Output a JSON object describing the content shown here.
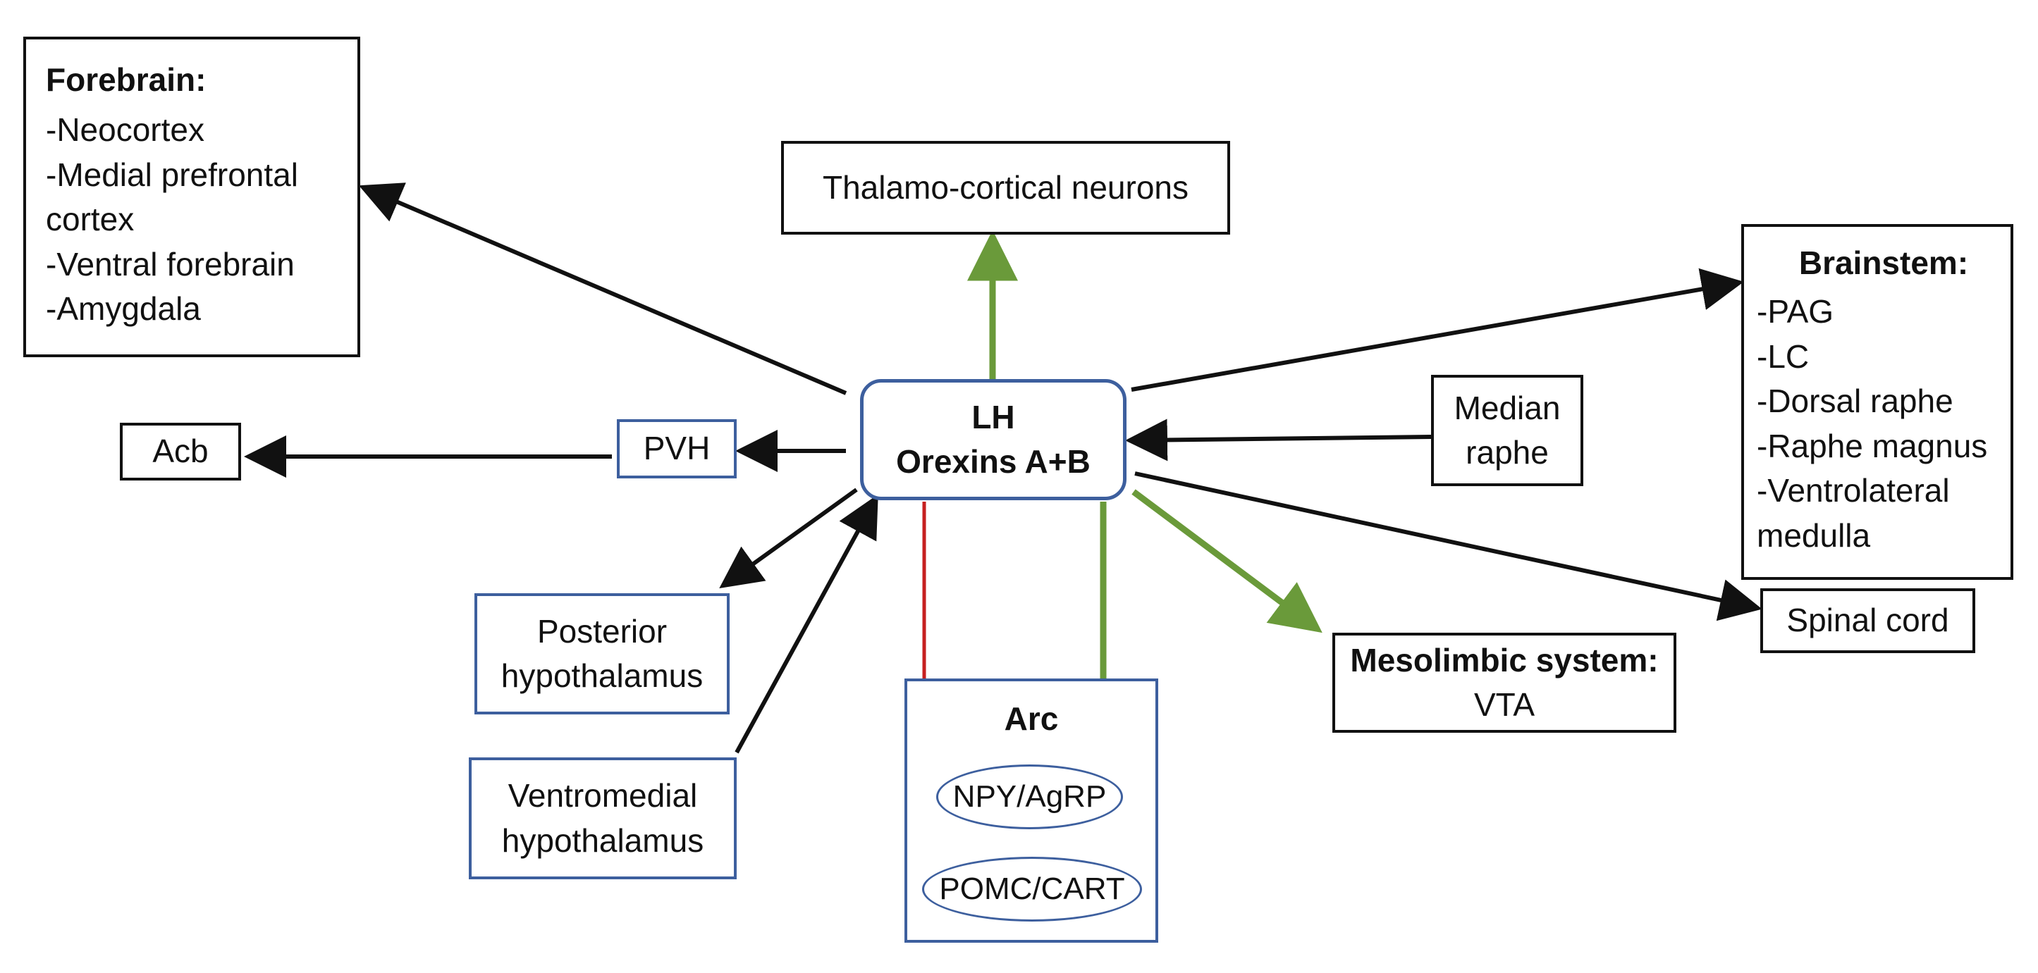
{
  "nodes": {
    "forebrain": {
      "title": "Forebrain:",
      "items": [
        "-Neocortex",
        "-Medial prefrontal",
        "cortex",
        "-Ventral forebrain",
        "-Amygdala"
      ]
    },
    "thalamo": {
      "label": "Thalamo-cortical neurons"
    },
    "brainstem": {
      "title": "Brainstem:",
      "items": [
        "-PAG",
        "-LC",
        "-Dorsal raphe",
        "-Raphe magnus",
        "-Ventrolateral",
        "medulla"
      ]
    },
    "lh": {
      "line1": "LH",
      "line2": "Orexins A+B"
    },
    "acb": {
      "label": "Acb"
    },
    "pvh": {
      "label": "PVH"
    },
    "median_raphe": {
      "line1": "Median",
      "line2": "raphe"
    },
    "posterior_hypothalamus": {
      "line1": "Posterior",
      "line2": "hypothalamus"
    },
    "ventromedial_hypothalamus": {
      "line1": "Ventromedial",
      "line2": "hypothalamus"
    },
    "arc": {
      "title": "Arc",
      "npy": "NPY/AgRP",
      "pomc": "POMC/CART"
    },
    "spinal_cord": {
      "label": "Spinal cord"
    },
    "mesolimbic": {
      "title": "Mesolimbic system:",
      "label": "VTA"
    }
  },
  "colors": {
    "black_arrow": "#111111",
    "excitatory_arrow": "#6a9a3a",
    "inhibitory_arrow": "#c62020",
    "blue_border": "#3d5f9e"
  }
}
